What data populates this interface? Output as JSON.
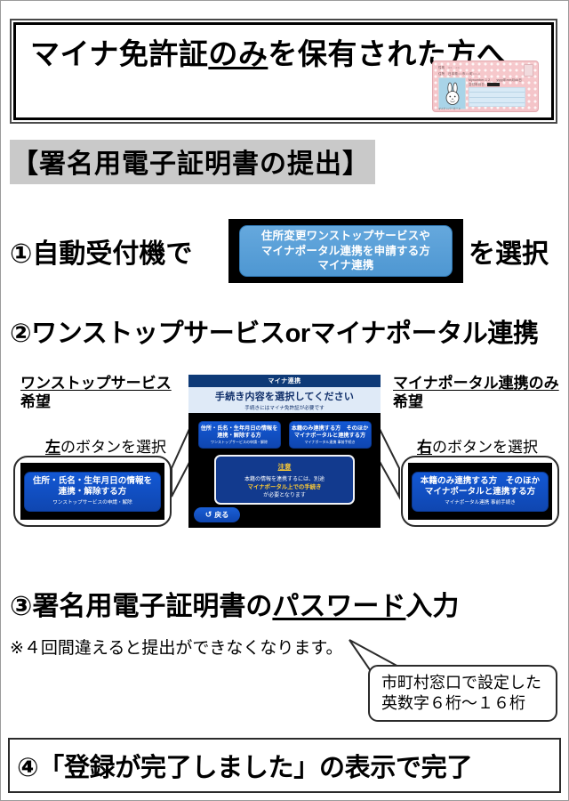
{
  "title": {
    "prefix": "マイナ免許証",
    "underlined": "のみ",
    "suffix": "を保有された方へ"
  },
  "card": {
    "line_top1": "性別　○○　○○",
    "line_top2": "住所　日本県○○市○○町○○-○",
    "right_line1": "Mynumber-1   2　　yyyy年mm月dd日",
    "right_line2": "交付年月日",
    "footnote": "マイナンバーカード",
    "photo_icon": "rabbit-illustration"
  },
  "section_heading": "【署名用電子証明書の提出】",
  "step1": {
    "prefix": "①自動受付機で",
    "suffix": "を選択",
    "button": {
      "line1": "住所変更ワンストップサービスや",
      "line2": "マイナポータル連携を申請する方",
      "line3": "マイナ連携"
    }
  },
  "step2": {
    "heading": "②ワンストップサービスorマイナポータル連携",
    "left": {
      "label_underlined": "ワンストップサービス",
      "label_line2": "希望",
      "pick_bold": "左",
      "pick_rest": "のボタンを選択",
      "button": {
        "line1": "住所・氏名・生年月日の情報を",
        "line2": "連携・解除する方",
        "line3": "ワンストップサービスの申請・解除"
      }
    },
    "right": {
      "label_underlined": "マイナポータル連携のみ",
      "label_line2": "希望",
      "pick_bold": "右",
      "pick_rest": "のボタンを選択",
      "button": {
        "line1": "本籍のみ連携する方　そのほか",
        "line2": "マイナポータルと連携する方",
        "line3": "マイナポータル連携 事前手続き"
      }
    },
    "screen": {
      "titlebar": "マイナ連携",
      "subbar_main": "手続き内容を選択してください",
      "subbar_sub": "手続きにはマイナ免許証が必要です",
      "notice_title": "注意",
      "notice_line1": "本籍の情報を連携するには、別途",
      "notice_line2": "マイナポータル上での手続き",
      "notice_line3": "が必要となります",
      "back_label": "戻る",
      "back_icon": "back-arrow-icon"
    }
  },
  "step3": {
    "prefix": "③署名用電子証明書の",
    "underlined": "パスワード",
    "suffix": "入力",
    "note": "※４回間違えると提出ができなくなります。",
    "bubble_line1": "市町村窓口で設定した",
    "bubble_line2": "英数字６桁～１６桁"
  },
  "step4": {
    "text": "④「登録が完了しました」の表示で完了"
  },
  "colors": {
    "kiosk_button_blue": "#1358d4",
    "accept_button_blue": "#4e97d2",
    "notice_yellow": "#ffcc33",
    "heading_highlight": "#c9c9c9",
    "card_pink": "#f4c3c8"
  }
}
